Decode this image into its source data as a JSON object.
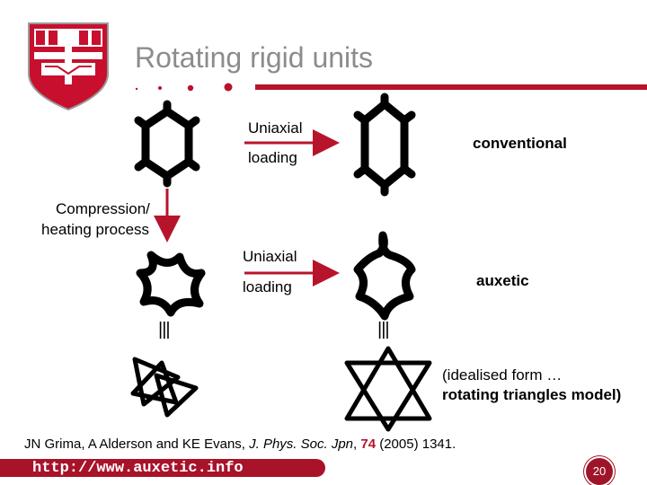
{
  "slide": {
    "title": "Rotating rigid units",
    "accent_color": "#b7142b",
    "logo_icon": "university-crest-shield-icon",
    "labels": {
      "uniaxial_1": "Uniaxial",
      "loading_1": "loading",
      "conventional": "conventional",
      "compression_1": "Compression/",
      "compression_2": "heating process",
      "uniaxial_2": "Uniaxial",
      "loading_2": "loading",
      "auxetic": "auxetic",
      "idealised_1": "(idealised form …",
      "idealised_2": "rotating triangles model)",
      "equiv_left": "|||",
      "equiv_right": "|||"
    },
    "citation": {
      "prefix": "JN Grima, A Alderson and KE Evans, ",
      "journal": "J. Phys. Soc. Jpn",
      "sep": ", ",
      "volume": "74",
      "suffix": " (2005) 1341."
    },
    "url": "http://www.auxetic.info",
    "page_number": "20"
  }
}
